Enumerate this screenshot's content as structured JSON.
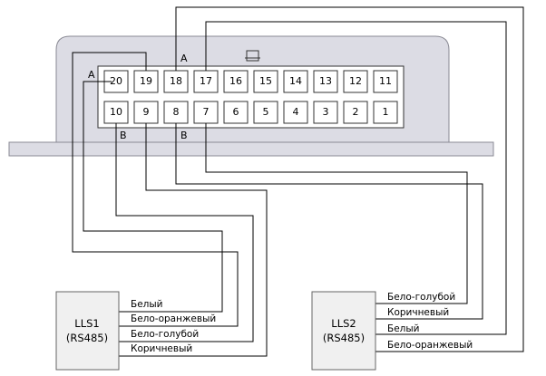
{
  "connector": {
    "top_row": [
      "20",
      "19",
      "18",
      "17",
      "16",
      "15",
      "14",
      "13",
      "12",
      "11"
    ],
    "bottom_row": [
      "10",
      "9",
      "8",
      "7",
      "6",
      "5",
      "4",
      "3",
      "2",
      "1"
    ],
    "markers": {
      "a_top": "A",
      "a_left": "A",
      "b_pin10": "B",
      "b_pin8": "B"
    }
  },
  "devices": {
    "lls1": {
      "name": "LLS1",
      "protocol": "(RS485)",
      "wires": [
        "Белый",
        "Бело-оранжевый",
        "Бело-голубой",
        "Коричневый"
      ]
    },
    "lls2": {
      "name": "LLS2",
      "protocol": "(RS485)",
      "wires": [
        "Бело-голубой",
        "Коричневый",
        "Белый",
        "Бело-оранжевый"
      ]
    }
  },
  "colors": {
    "housing_fill": "#dcdce4",
    "housing_stroke": "#8a8a94",
    "device_fill": "#f0f0f0",
    "wire": "#000000"
  }
}
